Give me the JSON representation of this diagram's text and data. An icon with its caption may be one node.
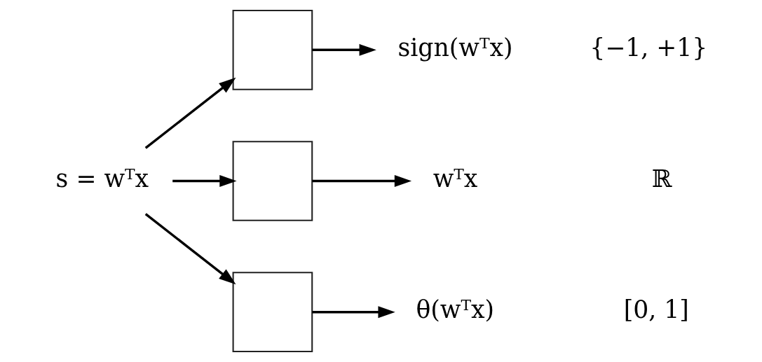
{
  "diagram": {
    "nodes": [
      {
        "text": [
          "s = wᵀx"
        ]
      },
      {
        "text": [],
        "shape": "box"
      },
      {
        "text": [
          "sign(wᵀx)"
        ],
        "beside": [
          "{−1, +1}"
        ]
      },
      {
        "text": [],
        "shape": "box"
      },
      {
        "text": [
          "wᵀx"
        ],
        "beside": [
          "ℝ"
        ]
      },
      {
        "text": [],
        "shape": "box"
      },
      {
        "text": [
          "θ(wᵀx)"
        ],
        "beside": [
          "[0, 1]"
        ]
      }
    ],
    "edges": [
      {
        "from": 0,
        "to": 1,
        "arrow": "to"
      },
      {
        "from": 0,
        "to": 3,
        "arrow": "to"
      },
      {
        "from": 0,
        "to": 5,
        "arrow": "to"
      },
      {
        "from": 1,
        "to": 2,
        "arrow": "to"
      },
      {
        "from": 3,
        "to": 4,
        "arrow": "to"
      },
      {
        "from": 5,
        "to": 6,
        "arrow": "to"
      }
    ]
  }
}
